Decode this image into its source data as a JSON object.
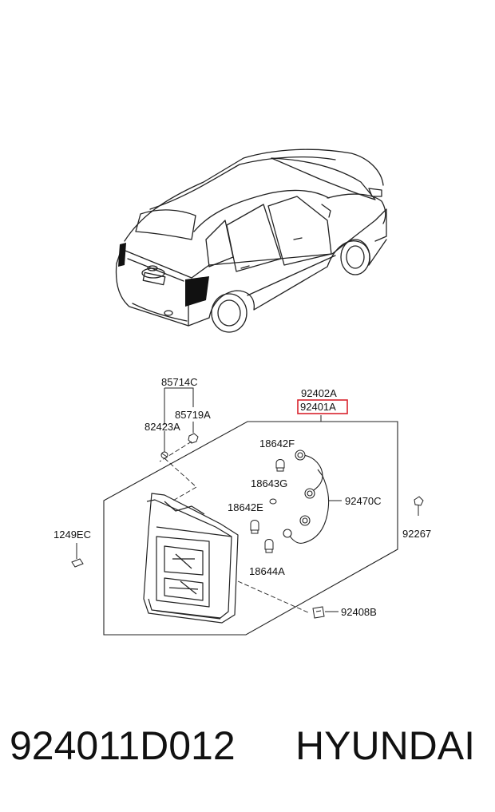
{
  "callouts": {
    "c85714C": "85714C",
    "c85719A": "85719A",
    "c82423A": "82423A",
    "c92402A": "92402A",
    "c92401A": "92401A",
    "c18642F": "18642F",
    "c18643G": "18643G",
    "c18642E": "18642E",
    "c92470C": "92470C",
    "c18644A": "18644A",
    "c1249EC": "1249EC",
    "c92267": "92267",
    "c92408B": "92408B"
  },
  "highlight": {
    "part": "92401A",
    "color": "#d9232d"
  },
  "footer": {
    "part_number": "924011D012",
    "brand": "HYUNDAI"
  }
}
